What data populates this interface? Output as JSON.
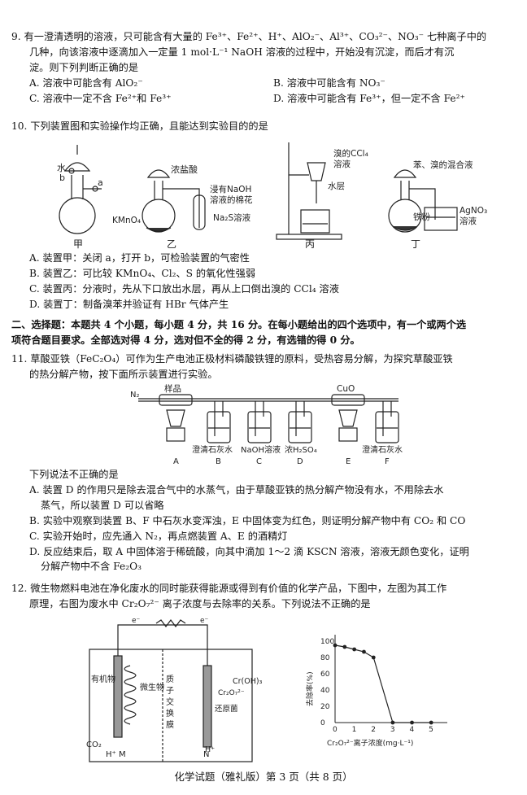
{
  "q9": {
    "lines": [
      "9. 有一澄清透明的溶液，只可能含有大量的 Fe³⁺、Fe²⁺、H⁺、AlO₂⁻、Al³⁺、CO₃²⁻、NO₃⁻ 七种离子中的",
      "几种，向该溶液中逐滴加入一定量 1 mol·L⁻¹ NaOH 溶液的过程中，开始没有沉淀，而后才有沉",
      "淀。则下列判断正确的是"
    ],
    "options": [
      "A. 溶液中可能含有 AlO₂⁻",
      "B. 溶液中可能含有 NO₃⁻",
      "C. 溶液中一定不含 Fe²⁺和 Fe³⁺",
      "D. 溶液中可能含有 Fe³⁺，但一定不含 Fe²⁺"
    ]
  },
  "q10": {
    "stem": "10. 下列装置图和实验操作均正确，且能达到实验目的的是",
    "fig_labels": {
      "jia_water": "水",
      "jia_b": "b",
      "jia_a": "a",
      "jia_caption": "甲",
      "yi_acid": "浓盐酸",
      "yi_cotton_1": "浸有NaOH",
      "yi_cotton_2": "溶液的棉花",
      "yi_kmno4": "KMnO₄",
      "yi_na2s": "Na₂S溶液",
      "yi_caption": "乙",
      "bing_ccl4_1": "溴的CCl₄",
      "bing_ccl4_2": "溶液",
      "bing_water": "水层",
      "bing_caption": "丙",
      "ding_mix": "苯、溴的混合液",
      "ding_iron": "铁粉",
      "ding_agno3_1": "AgNO₃",
      "ding_agno3_2": "溶液",
      "ding_caption": "丁"
    },
    "options": [
      "A. 装置甲：关闭 a，打开 b，可检验装置的气密性",
      "B. 装置乙：可比较 KMnO₄、Cl₂、S 的氧化性强弱",
      "C. 装置丙：分液时，先从下口放出水层，再从上口倒出溴的 CCl₄ 溶液",
      "D. 装置丁：制备溴苯并验证有 HBr 气体产生"
    ]
  },
  "section2": [
    "二、选择题：本题共 4 个小题，每小题 4 分，共 16 分。在每小题给出的四个选项中，有一个或两个选",
    "项符合题目要求。全部选对得 4 分，选对但不全的得 2 分，有选错的得 0 分。"
  ],
  "q11": {
    "lines": [
      "11. 草酸亚铁（FeC₂O₄）可作为生产电池正极材料磷酸铁锂的原料，受热容易分解，为探究草酸亚铁",
      "的热分解产物，按下面所示装置进行实验。"
    ],
    "fig_labels": {
      "n2": "N₂",
      "sample": "样品",
      "cuo": "CuO",
      "b_label": "澄清石灰水",
      "c_label": "NaOH溶液",
      "d_label": "浓H₂SO₄",
      "f_label": "澄清石灰水",
      "letters": [
        "A",
        "B",
        "C",
        "D",
        "E",
        "F"
      ]
    },
    "prompt": "下列说法不正确的是",
    "options": [
      "A. 装置 D 的作用只是除去混合气中的水蒸气，由于草酸亚铁的热分解产物没有水，不用除去水",
      "蒸气，所以装置 D 可以省略",
      "B. 实验中观察到装置 B、F 中石灰水变浑浊，E 中固体变为红色，则证明分解产物中有 CO₂ 和 CO",
      "C. 实验开始时，应先通入 N₂，再点燃装置 A、E 的酒精灯",
      "D. 反应结束后，取 A 中固体溶于稀硫酸，向其中滴加 1～2 滴 KSCN 溶液，溶液无颜色变化，证明",
      "分解产物中不含 Fe₂O₃"
    ]
  },
  "q12": {
    "lines": [
      "12. 微生物燃料电池在净化废水的同时能获得能源或得到有价值的化学产品，下图中，左图为其工作",
      "原理，右图为废水中 Cr₂O₇²⁻ 离子浓度与去除率的关系。下列说法不正确的是"
    ],
    "fig_labels": {
      "e_left": "e⁻",
      "e_right": "e⁻",
      "organic": "有机物",
      "microbe": "微生物",
      "membrane_1": "质",
      "membrane_2": "子",
      "membrane_3": "交",
      "membrane_4": "换",
      "membrane_5": "膜",
      "co2": "CO₂",
      "h_plus": "H⁺",
      "m": "M",
      "n": "N",
      "cr2o7": "Cr₂O₇²⁻",
      "reduce_bacteria": "还原菌",
      "croh3": "Cr(OH)₃",
      "h_right": "H⁺"
    }
  },
  "chart_data": {
    "type": "line",
    "x": [
      0,
      0.5,
      1,
      1.5,
      2,
      3,
      4,
      5
    ],
    "values": [
      95,
      93,
      90,
      87,
      80,
      0,
      0,
      0
    ],
    "ylabel": "去除率(%)",
    "xlabel": "Cr₂O₇²⁻离子浓度(mg·L⁻¹)",
    "xlim": [
      0,
      5.5
    ],
    "ylim": [
      0,
      100
    ],
    "xticks": [
      "0",
      "1",
      "2",
      "3",
      "4",
      "5"
    ],
    "yticks": [
      "0",
      "20",
      "40",
      "60",
      "80",
      "100"
    ]
  },
  "footer": "化学试题（雅礼版）第 3 页（共 8 页）"
}
